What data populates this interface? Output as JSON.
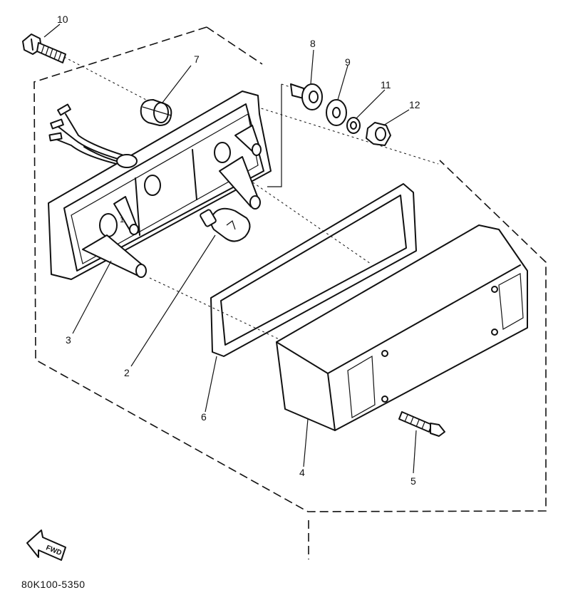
{
  "parts": [
    {
      "number": "1"
    },
    {
      "number": "2"
    },
    {
      "number": "3"
    },
    {
      "number": "4"
    },
    {
      "number": "5"
    },
    {
      "number": "6"
    },
    {
      "number": "7"
    },
    {
      "number": "8"
    },
    {
      "number": "9"
    },
    {
      "number": "10"
    },
    {
      "number": "11"
    },
    {
      "number": "12"
    }
  ],
  "fwd_label": "FWD",
  "document_code": "80K100-5350"
}
